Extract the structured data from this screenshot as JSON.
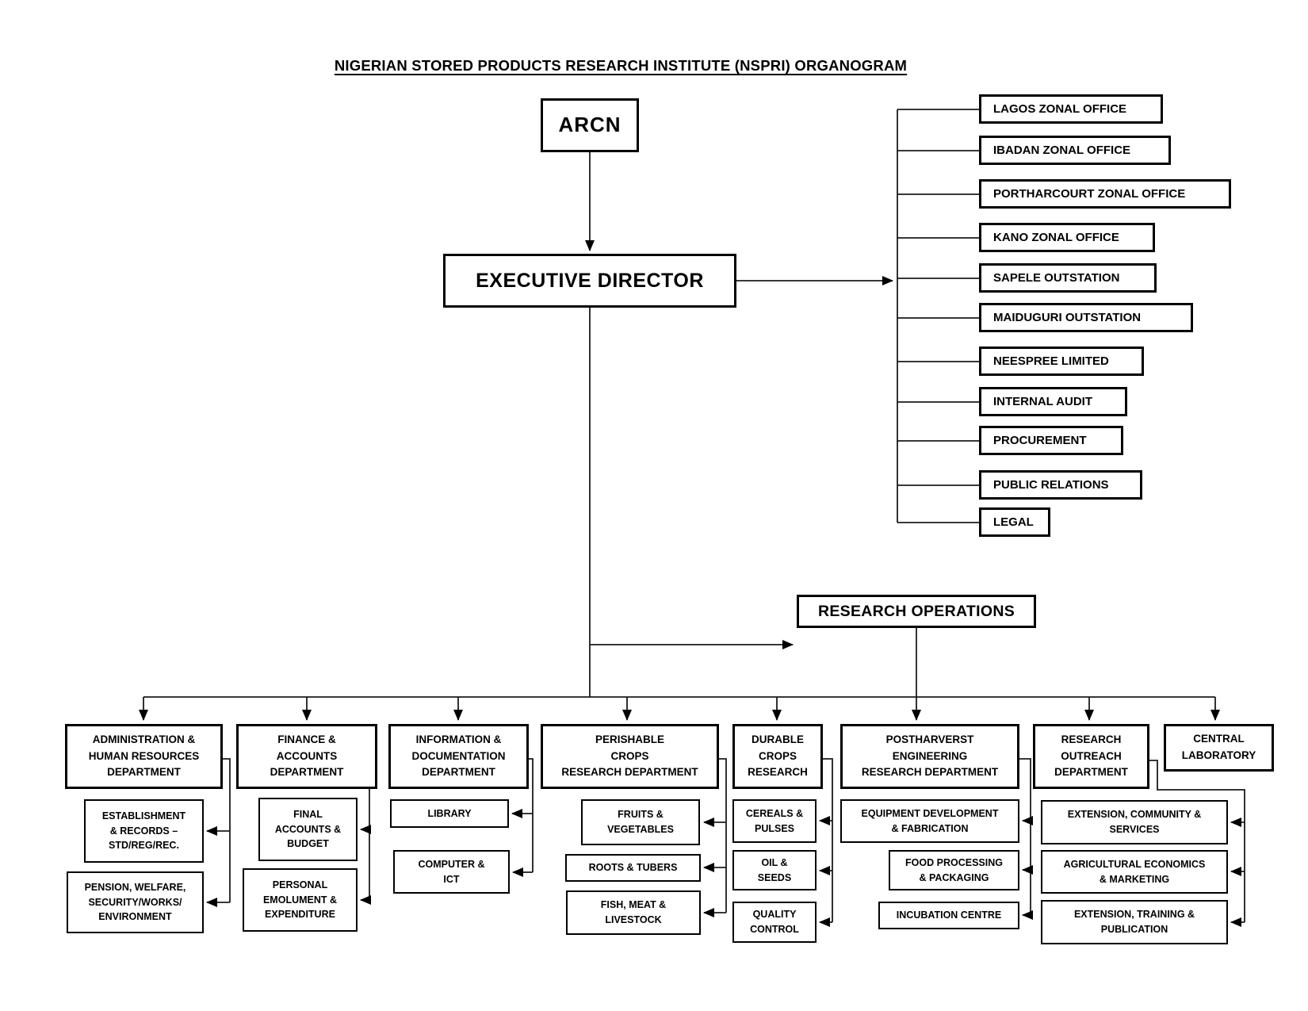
{
  "title": "NIGERIAN STORED PRODUCTS RESEARCH INSTITUTE (NSPRI) ORGANOGRAM",
  "hierarchy": {
    "parent_body": "ARCN",
    "executive_director": "EXECUTIVE DIRECTOR",
    "research_operations": "RESEARCH OPERATIONS"
  },
  "offices": [
    {
      "label": "LAGOS ZONAL OFFICE"
    },
    {
      "label": "IBADAN ZONAL OFFICE"
    },
    {
      "label": "PORTHARCOURT ZONAL OFFICE"
    },
    {
      "label": "KANO ZONAL OFFICE"
    },
    {
      "label": "SAPELE OUTSTATION"
    },
    {
      "label": "MAIDUGURI OUTSTATION"
    },
    {
      "label": "NEESPREE LIMITED"
    },
    {
      "label": "INTERNAL AUDIT"
    },
    {
      "label": "PROCUREMENT"
    },
    {
      "label": "PUBLIC RELATIONS"
    },
    {
      "label": "LEGAL"
    }
  ],
  "departments": [
    {
      "label": "ADMINISTRATION &\nHUMAN RESOURCES\nDEPARTMENT",
      "children": [
        "ESTABLISHMENT\n& RECORDS –\nSTD/REG/REC.",
        "PENSION, WELFARE,\nSECURITY/WORKS/\nENVIRONMENT"
      ]
    },
    {
      "label": "FINANCE &\nACCOUNTS\nDEPARTMENT",
      "children": [
        "FINAL\nACCOUNTS &\nBUDGET",
        "PERSONAL\nEMOLUMENT &\nEXPENDITURE"
      ]
    },
    {
      "label": "INFORMATION &\nDOCUMENTATION\nDEPARTMENT",
      "children": [
        "LIBRARY",
        "COMPUTER &\nICT"
      ]
    },
    {
      "label": "PERISHABLE\nCROPS\nRESEARCH DEPARTMENT",
      "children": [
        "FRUITS &\nVEGETABLES",
        "ROOTS & TUBERS",
        "FISH, MEAT &\nLIVESTOCK"
      ]
    },
    {
      "label": "DURABLE\nCROPS\nRESEARCH",
      "children": [
        "CEREALS &\nPULSES",
        "OIL &\nSEEDS",
        "QUALITY\nCONTROL"
      ]
    },
    {
      "label": "POSTHARVERST\nENGINEERING\nRESEARCH DEPARTMENT",
      "children": [
        "EQUIPMENT DEVELOPMENT\n& FABRICATION",
        "FOOD PROCESSING\n& PACKAGING",
        "INCUBATION CENTRE"
      ]
    },
    {
      "label": "RESEARCH\nOUTREACH\nDEPARTMENT",
      "children": [
        "EXTENSION, COMMUNITY &\nSERVICES",
        "AGRICULTURAL ECONOMICS\n& MARKETING",
        "EXTENSION, TRAINING &\nPUBLICATION"
      ]
    },
    {
      "label": "CENTRAL\nLABORATORY",
      "children": []
    }
  ],
  "colors": {
    "background": "#ffffff",
    "box_border": "#000000",
    "text": "#000000",
    "line": "#1b1b1b"
  }
}
